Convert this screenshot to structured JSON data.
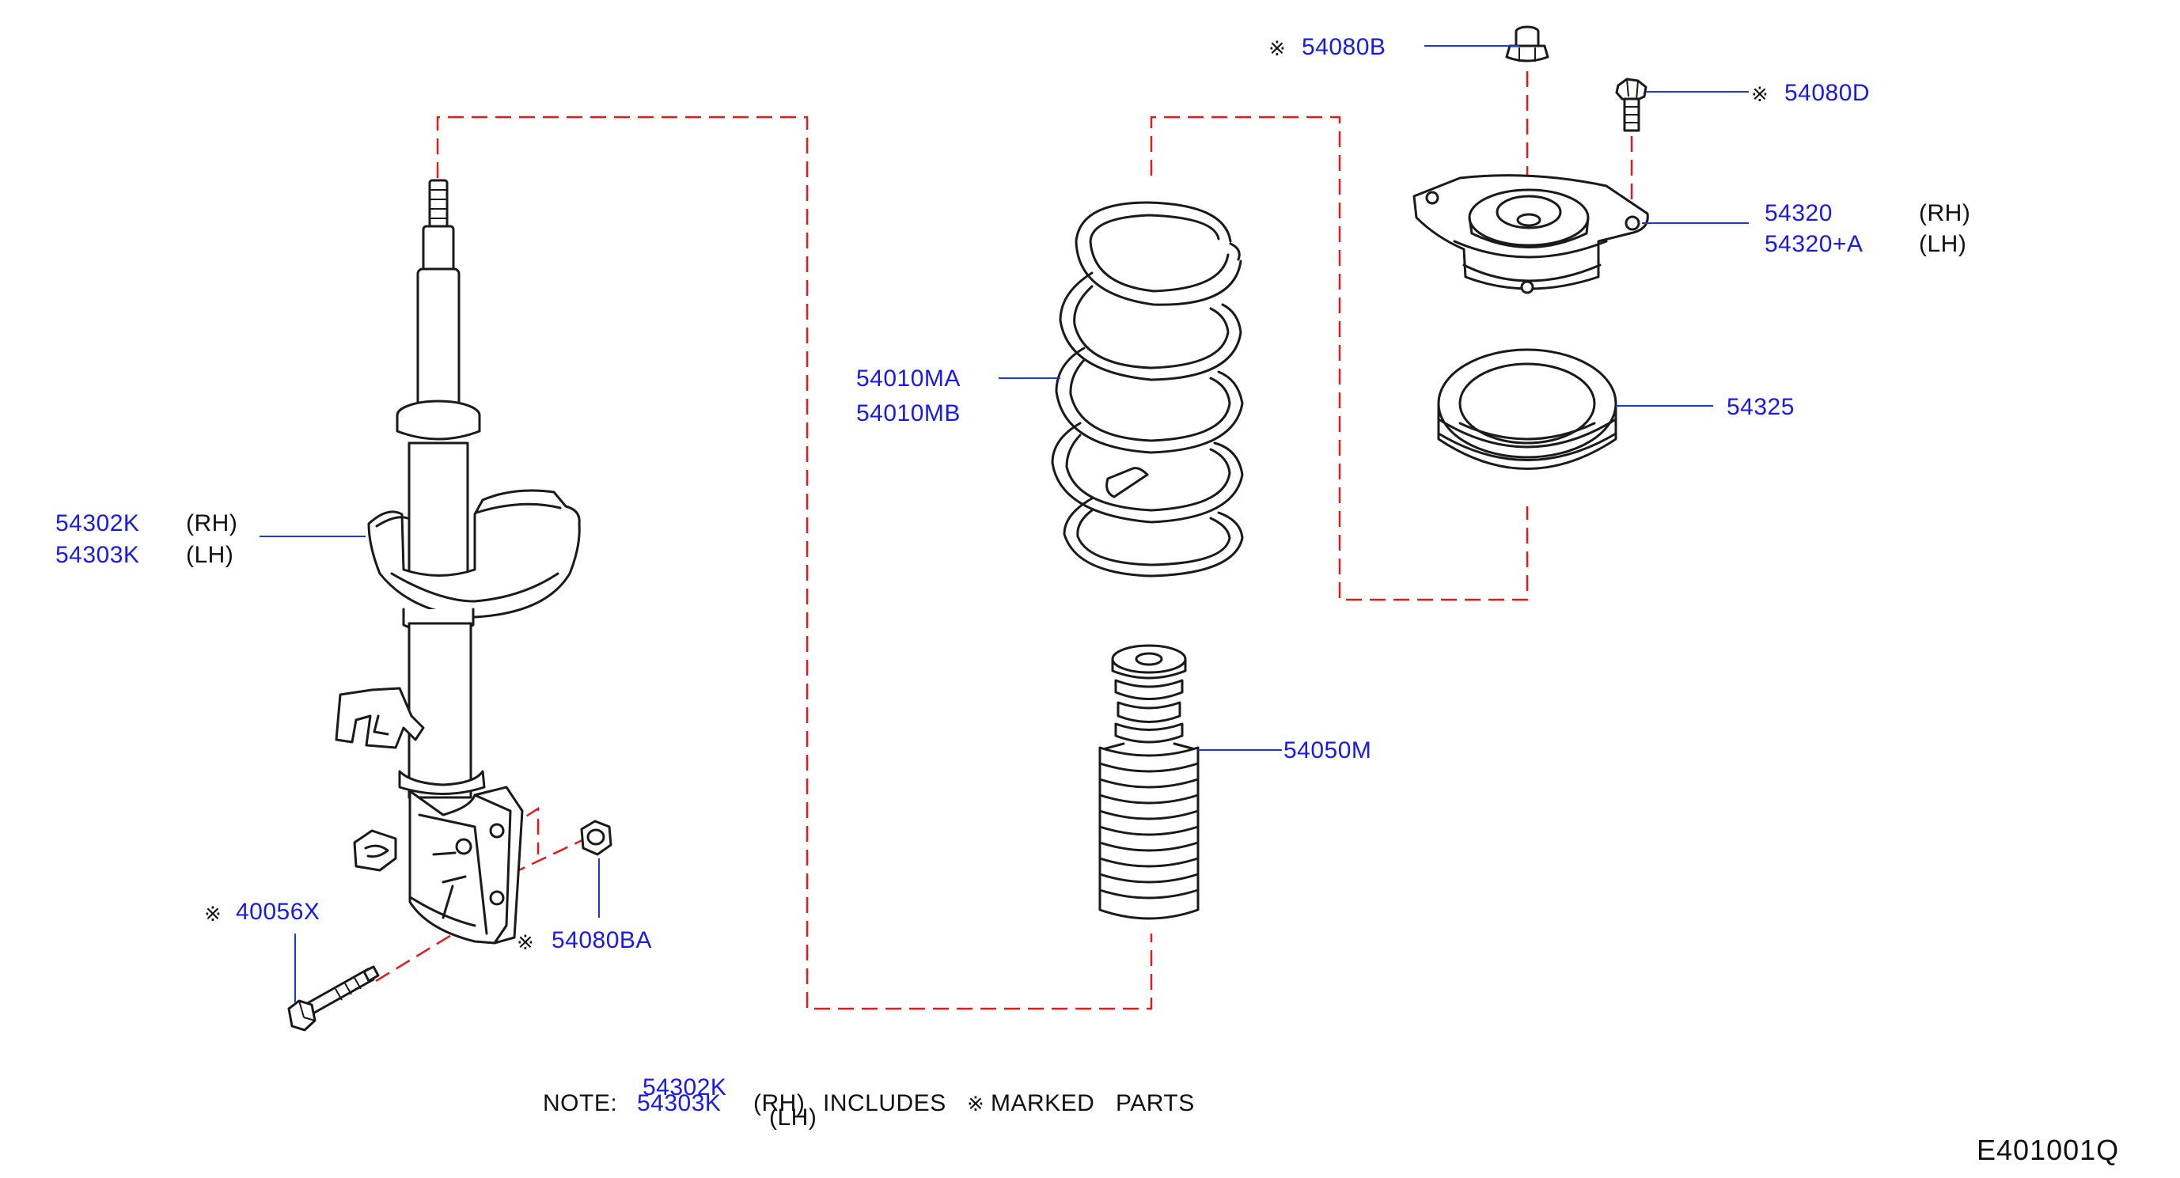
{
  "diagram": {
    "parts": {
      "p54080B": "54080B",
      "p54080D": "54080D",
      "p54320": "54320",
      "p54320A": "54320+A",
      "p54325": "54325",
      "p54010MA": "54010MA",
      "p54010MB": "54010MB",
      "p54302K": "54302K",
      "p54303K": "54303K",
      "p54050M": "54050M",
      "p40056X": "40056X",
      "p54080BA": "54080BA"
    },
    "side": {
      "rh": "(RH)",
      "lh": "(LH)"
    },
    "marked_symbol": "※",
    "note": {
      "label": "NOTE:",
      "part_rh": "54302K",
      "part_lh": "54303K",
      "rh": "(RH)",
      "lh": "(LH)",
      "includes": "INCLUDES",
      "symbol": "※",
      "marked": "MARKED",
      "parts": "PARTS"
    },
    "diagram_code": "E401001Q",
    "colors": {
      "part_number": "#1a1ae6",
      "leader": "#1a3ad6",
      "guide": "#e41b1b",
      "line": "#1a1a1a"
    }
  }
}
